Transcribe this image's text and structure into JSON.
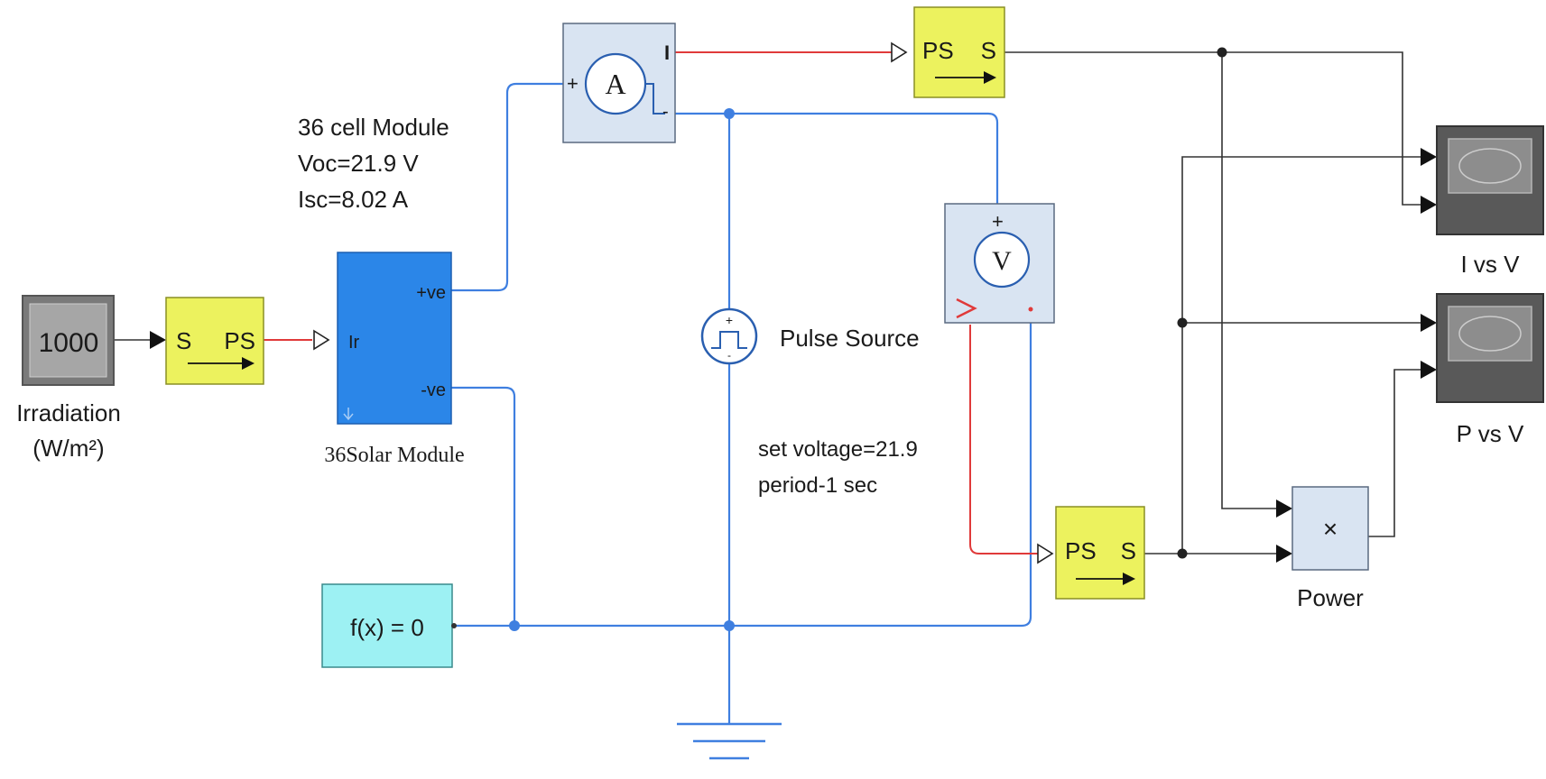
{
  "colors": {
    "physical_wire": "#3f7fe0",
    "conversion_wire": "#e03a3a",
    "signal_wire": "#333333",
    "converter_fill": "#ecf25e",
    "solar_fill": "#2b86e8",
    "scope_fill": "#595959",
    "sensor_fill": "#d9e4f2",
    "solver_fill": "#9df1f3"
  },
  "blocks": {
    "irradiation": {
      "value": "1000",
      "label_line1": "Irradiation",
      "label_line2": "(W/m²)"
    },
    "s_ps": {
      "left": "S",
      "right": "PS"
    },
    "solar": {
      "port_ir": "Ir",
      "port_pos": "+ve",
      "port_neg": "-ve",
      "label": "36Solar Module"
    },
    "module_note": {
      "line1": "36 cell Module",
      "line2": "Voc=21.9 V",
      "line3": "Isc=8.02 A"
    },
    "ammeter": {
      "symbol": "A",
      "port_i": "I"
    },
    "ps_s_current": {
      "left": "PS",
      "right": "S"
    },
    "voltmeter": {
      "symbol": "V"
    },
    "pulse": {
      "label": "Pulse Source"
    },
    "pulse_note": {
      "line1": "set voltage=21.9",
      "line2": "period-1 sec"
    },
    "ps_s_voltage": {
      "left": "PS",
      "right": "S"
    },
    "solver": {
      "label": "f(x) = 0"
    },
    "product": {
      "symbol": "×",
      "label": "Power"
    },
    "scope_iv": {
      "label": "I vs V"
    },
    "scope_pv": {
      "label": "P vs V"
    }
  }
}
